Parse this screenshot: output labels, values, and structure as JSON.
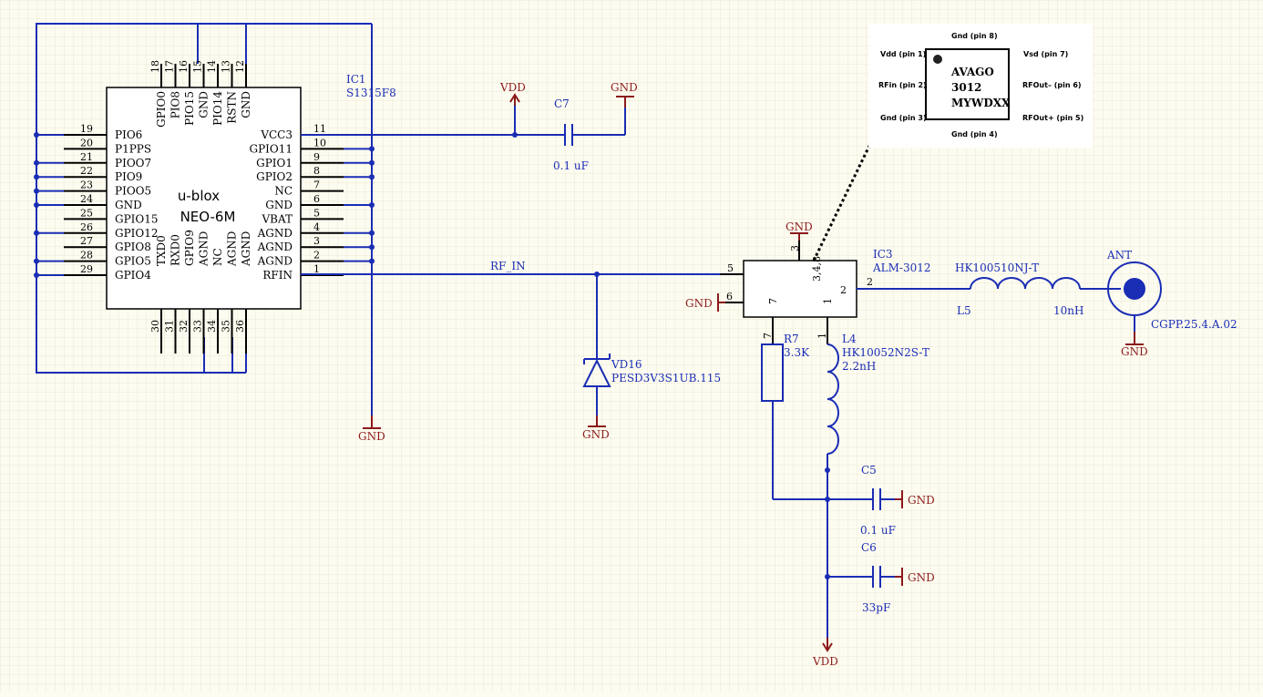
{
  "ic1": {
    "designator": "IC1",
    "part": "S1315F8",
    "brand": "u-blox",
    "model": "NEO-6M",
    "left_pins": [
      {
        "num": "19",
        "name": "PIO6"
      },
      {
        "num": "20",
        "name": "P1PPS"
      },
      {
        "num": "21",
        "name": "PIOO7"
      },
      {
        "num": "22",
        "name": "PIO9"
      },
      {
        "num": "23",
        "name": "PIOO5"
      },
      {
        "num": "24",
        "name": "GND"
      },
      {
        "num": "25",
        "name": "GPIO15"
      },
      {
        "num": "26",
        "name": "GPIO12"
      },
      {
        "num": "27",
        "name": "GPIO8"
      },
      {
        "num": "28",
        "name": "GPIO5"
      },
      {
        "num": "29",
        "name": "GPIO4"
      }
    ],
    "right_pins": [
      {
        "num": "11",
        "name": "VCC3"
      },
      {
        "num": "10",
        "name": "GPIO11"
      },
      {
        "num": "9",
        "name": "GPIO1"
      },
      {
        "num": "8",
        "name": "GPIO2"
      },
      {
        "num": "7",
        "name": "NC"
      },
      {
        "num": "6",
        "name": "GND"
      },
      {
        "num": "5",
        "name": "VBAT"
      },
      {
        "num": "4",
        "name": "AGND"
      },
      {
        "num": "3",
        "name": "AGND"
      },
      {
        "num": "2",
        "name": "AGND"
      },
      {
        "num": "1",
        "name": "RFIN"
      }
    ],
    "top_pins": [
      {
        "num": "18",
        "name": "GPIO0"
      },
      {
        "num": "17",
        "name": "PIO8"
      },
      {
        "num": "16",
        "name": "PIO15"
      },
      {
        "num": "15",
        "name": "GND"
      },
      {
        "num": "14",
        "name": "PIO14"
      },
      {
        "num": "13",
        "name": "RSTN"
      },
      {
        "num": "12",
        "name": "GND"
      }
    ],
    "bottom_pins": [
      {
        "num": "30",
        "name": "TXD0"
      },
      {
        "num": "31",
        "name": "RXD0"
      },
      {
        "num": "32",
        "name": "GPIO9"
      },
      {
        "num": "33",
        "name": "AGND"
      },
      {
        "num": "34",
        "name": "NC"
      },
      {
        "num": "35",
        "name": "AGND"
      },
      {
        "num": "36",
        "name": "AGND"
      }
    ]
  },
  "power": {
    "vdd": "VDD",
    "gnd": "GND"
  },
  "c7": {
    "ref": "C7",
    "value": "0.1 uF"
  },
  "net_rf_in": "RF_IN",
  "vd16": {
    "ref": "VD16",
    "part": "PESD3V3S1UB.115"
  },
  "ic3": {
    "ref": "IC3",
    "part": "ALM-3012",
    "pin_5": "5",
    "pin_6": "6",
    "pin_2": "2",
    "pin_3": "3",
    "pin_7": "7",
    "pin_1": "1",
    "inner_348": "3,4,8",
    "inner_7": "7",
    "inner_1": "1",
    "inner_2": "2"
  },
  "l5": {
    "part": "HK100510NJ-T",
    "ref": "L5",
    "value": "10nH"
  },
  "ant": {
    "ref": "ANT",
    "part": "CGPP.25.4.A.02"
  },
  "r7": {
    "ref": "R7",
    "value": "3.3K",
    "pin": "7"
  },
  "l4": {
    "ref": "L4",
    "part": "HK10052N2S-T",
    "value": "2.2nH",
    "pin": "1"
  },
  "c5": {
    "ref": "C5",
    "value": "0.1 uF"
  },
  "c6": {
    "ref": "C6",
    "value": "33pF"
  },
  "inset": {
    "brand": "AVAGO",
    "code": "3012",
    "marking": "MYWDXX",
    "top": "Gnd (pin 8)",
    "bottom": "Gnd (pin 4)",
    "left_1": "Vdd (pin 1)",
    "left_2": "RFin (pin 2)",
    "left_3": "Gnd (pin 3)",
    "right_1": "Vsd (pin 7)",
    "right_2": "RFOut– (pin 6)",
    "right_3": "RFOut+ (pin 5)"
  }
}
